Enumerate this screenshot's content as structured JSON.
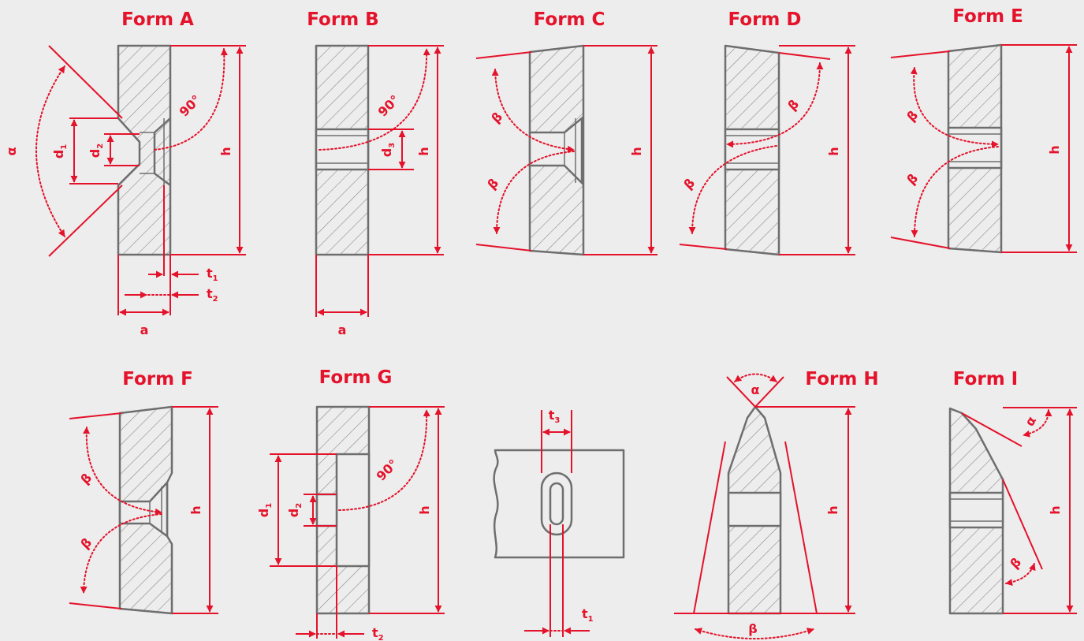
{
  "forms": [
    {
      "key": "a",
      "title": "Form A",
      "labels": {
        "alpha": "α",
        "d1": "d",
        "d1_sub": "1",
        "d2": "d",
        "d2_sub": "2",
        "angle": "90°",
        "h": "h",
        "t1": "t",
        "t1_sub": "1",
        "t2": "t",
        "t2_sub": "2",
        "a": "a"
      }
    },
    {
      "key": "b",
      "title": "Form B",
      "labels": {
        "angle": "90°",
        "d3": "d",
        "d3_sub": "3",
        "h": "h",
        "a": "a"
      }
    },
    {
      "key": "c",
      "title": "Form C",
      "labels": {
        "beta_top": "β",
        "beta_bottom": "β",
        "h": "h"
      }
    },
    {
      "key": "d",
      "title": "Form D",
      "labels": {
        "beta_top": "β",
        "beta_bottom": "β",
        "h": "h"
      }
    },
    {
      "key": "e",
      "title": "Form E",
      "labels": {
        "beta_top": "β",
        "beta_bottom": "β",
        "h": "h"
      }
    },
    {
      "key": "f",
      "title": "Form F",
      "labels": {
        "beta_top": "β",
        "beta_bottom": "β",
        "h": "h"
      }
    },
    {
      "key": "g",
      "title": "Form G",
      "labels": {
        "d1": "d",
        "d1_sub": "1",
        "d2": "d",
        "d2_sub": "2",
        "angle": "90°",
        "h": "h",
        "t2": "t",
        "t2_sub": "2"
      }
    },
    {
      "key": "slot",
      "title": "",
      "labels": {
        "t3": "t",
        "t3_sub": "3",
        "t1": "t",
        "t1_sub": "1"
      }
    },
    {
      "key": "h",
      "title": "Form H",
      "labels": {
        "alpha": "α",
        "beta": "β",
        "h": "h"
      }
    },
    {
      "key": "i",
      "title": "Form I",
      "labels": {
        "alpha": "α",
        "beta": "β",
        "h": "h"
      }
    }
  ],
  "colors": {
    "accent": "#e4122a",
    "outline": "#6e6e6e",
    "background": "#ededed"
  }
}
